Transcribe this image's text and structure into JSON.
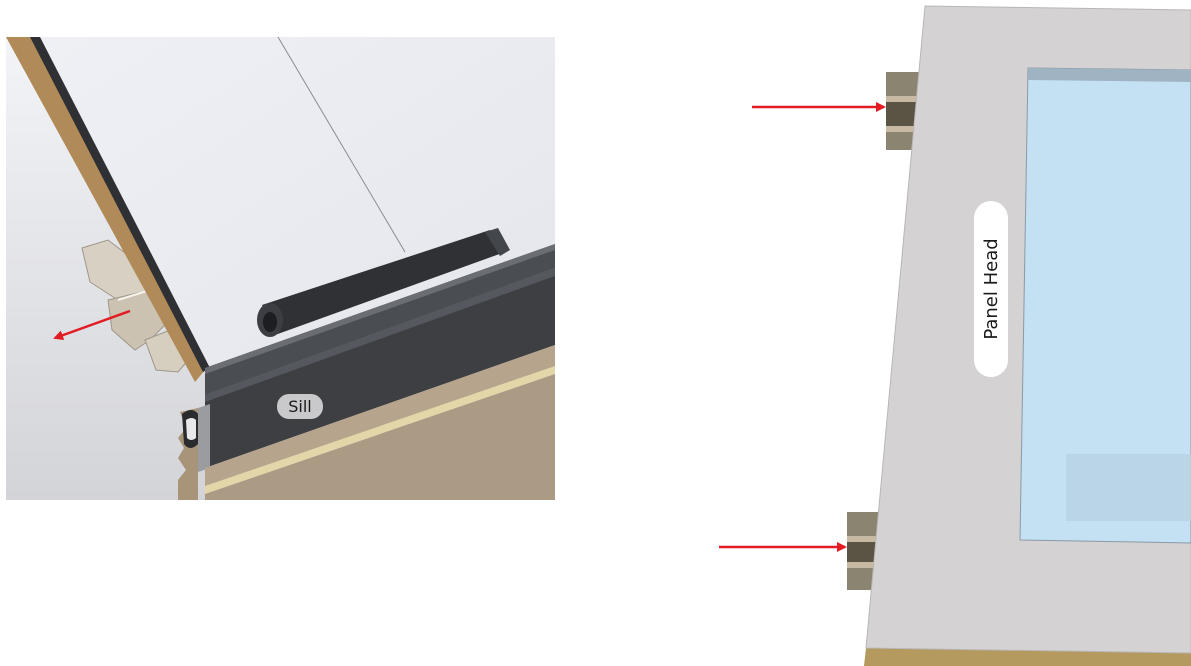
{
  "labels": {
    "sill": "Sill",
    "panel_head": "Panel Head"
  },
  "colors": {
    "arrow": "#e31b23",
    "wood": "#b08a58",
    "dark_channel": "#3d3f43",
    "panel_gray": "#d4d2d3",
    "glass": "#c4e0f3",
    "bracket": "#8a8470"
  },
  "figures": [
    {
      "name": "sill-detail-view"
    },
    {
      "name": "panel-head-view"
    }
  ]
}
